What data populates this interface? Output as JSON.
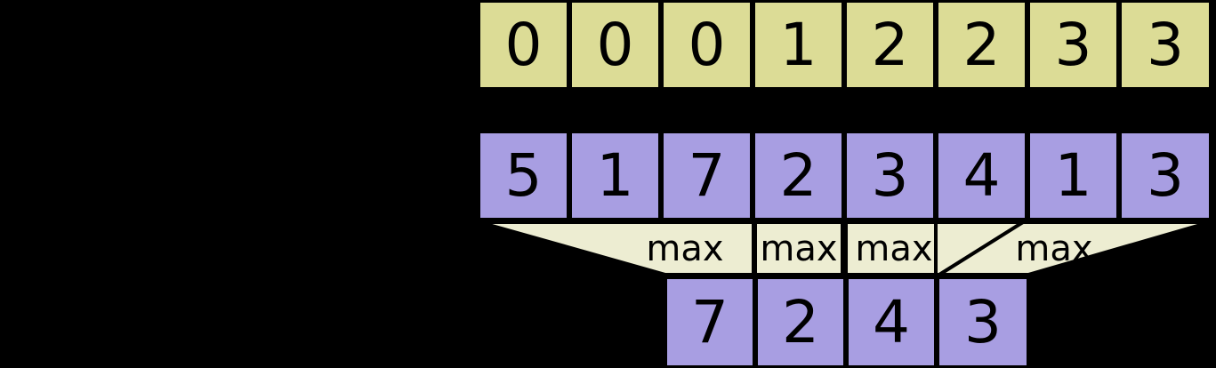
{
  "diagram": {
    "title": "max-pooling-window-maximum",
    "colors": {
      "index_fill": "#dcdc96",
      "value_fill": "#a89ee2",
      "output_fill": "#a89ee2",
      "connector_fill": "#ededd2",
      "stroke": "#000000",
      "background": "#000000"
    },
    "rows": {
      "index_row": {
        "name": "index-row",
        "cells": [
          "0",
          "0",
          "0",
          "1",
          "2",
          "2",
          "3",
          "3"
        ]
      },
      "value_row": {
        "name": "value-row",
        "cells": [
          "5",
          "1",
          "7",
          "2",
          "3",
          "4",
          "1",
          "3"
        ]
      },
      "output_row": {
        "name": "output-row",
        "cells": [
          "7",
          "2",
          "4",
          "3"
        ]
      }
    },
    "connectors": [
      {
        "label": "max",
        "inputs": [
          "5",
          "1",
          "7"
        ],
        "output": "7"
      },
      {
        "label": "max",
        "inputs": [
          "2"
        ],
        "output": "2"
      },
      {
        "label": "max",
        "inputs": [
          "3",
          "4"
        ],
        "output": "4"
      },
      {
        "label": "max",
        "inputs": [
          "1",
          "3"
        ],
        "output": "3"
      }
    ]
  }
}
